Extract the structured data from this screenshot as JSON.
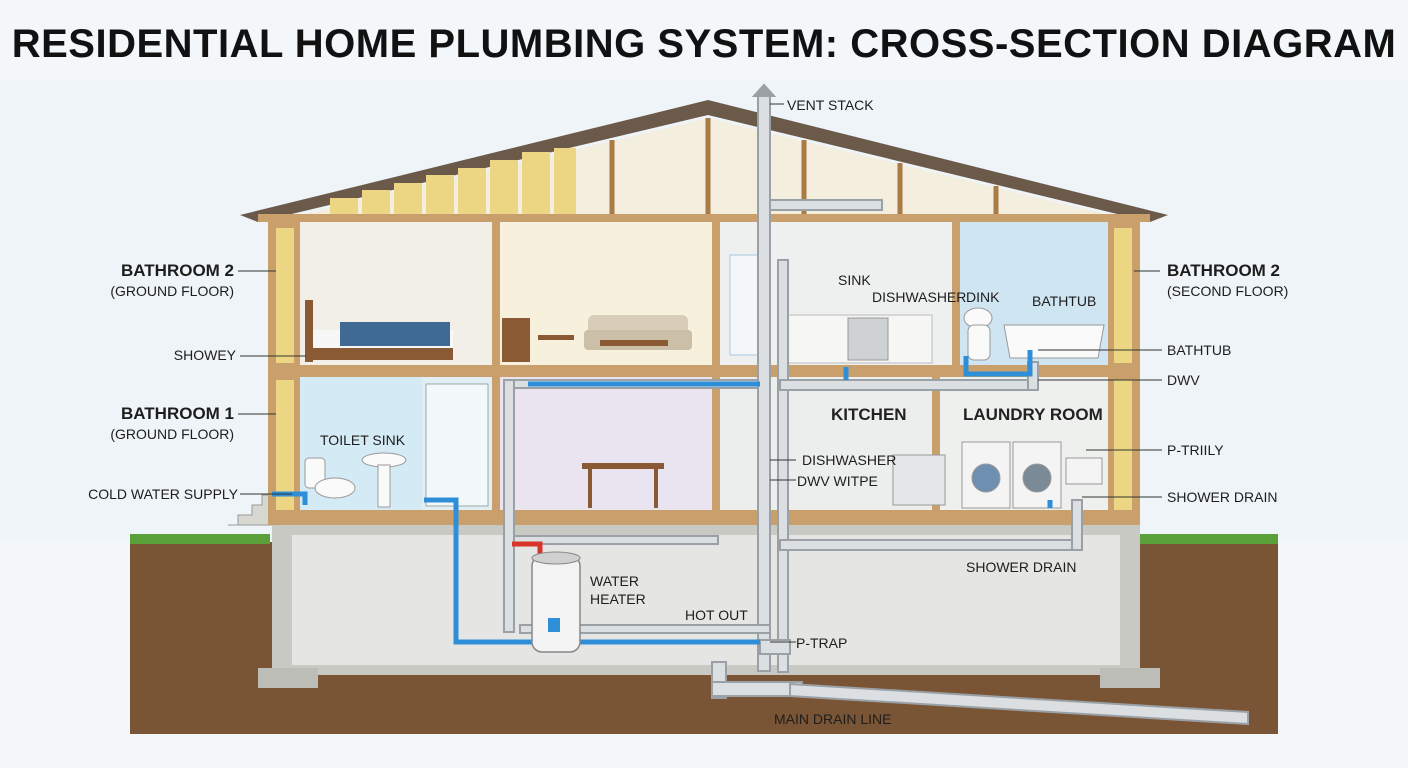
{
  "title": "RESIDENTIAL HOME PLUMBING SYSTEM: CROSS-SECTION DIAGRAM",
  "colors": {
    "cold_water": "#2e8fd8",
    "hot_water": "#d9342b",
    "drain_pipe": "#d6dadd",
    "wood": "#c9a06b",
    "insulation": "#ecd583",
    "ground": "#7a5535",
    "grass": "#5aa13c",
    "foundation": "#c9c9c4"
  },
  "labels": {
    "vent_stack": "VENT STACK",
    "bathroom2_left_title": "BATHROOM 2",
    "bathroom2_left_sub": "(GROUND FLOOR)",
    "showey": "SHOWEY",
    "bathroom1_title": "BATHROOM 1",
    "bathroom1_sub": "(GROUND FLOOR)",
    "cold_water_supply": "COLD WATER SUPPLY",
    "toilet_sink": "TOILET SINK",
    "sink": "SINK",
    "dishwasher_top": "DISHWASHER",
    "dink": "DINK",
    "bathtub_room": "BATHTUB",
    "bathroom2_right_title": "BATHROOM 2",
    "bathroom2_right_sub": "(SECOND FLOOR)",
    "bathtub": "BATHTUB",
    "dwv": "DWV",
    "kitchen": "KITCHEN",
    "laundry_room": "LAUNDRY ROOM",
    "p_trily": "P-TRIILY",
    "dishwasher_mid": "DISHWASHER",
    "dwv_witpe": "DWV WITPE",
    "shower_drain_right": "SHOWER DRAIN",
    "water_heater_line1": "WATER",
    "water_heater_line2": "HEATER",
    "hot_out": "HOT OUT",
    "shower_drain_mid": "SHOWER DRAIN",
    "p_trap": "P-TRAP",
    "main_drain_line": "MAIN DRAIN LINE"
  }
}
